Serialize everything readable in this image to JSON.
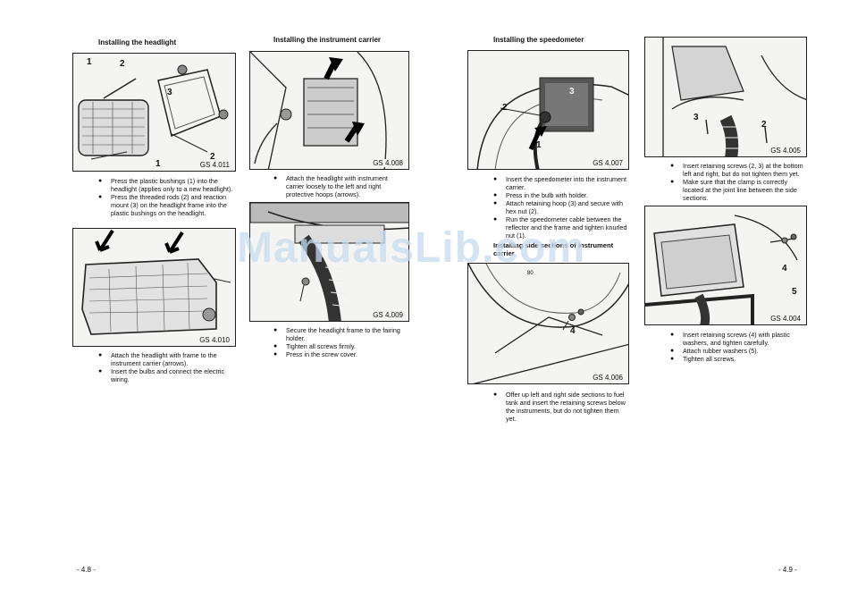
{
  "left_page": {
    "col1": {
      "heading": "Installing the headlight",
      "fig_a": {
        "code": "GS 4.011",
        "callouts": [
          "1",
          "2",
          "3",
          "2",
          "1"
        ]
      },
      "bullets_a": [
        "Press the plastic bushings (1) into the headlight (applies only to a new headlight).",
        "Press the threaded rods (2) and reaction mount (3) on the headlight frame into the plastic bushings on the headlight."
      ],
      "fig_b": {
        "code": "GS 4.010"
      },
      "bullets_b": [
        "Attach the headlight with frame to the instrument carrier (arrows).",
        "Insert the bulbs and connect the electric wiring."
      ]
    },
    "col2": {
      "heading": "Installing the instrument carrier",
      "fig_a": {
        "code": "GS 4.008"
      },
      "bullets_a": [
        "Attach the headlight with instrument carrier loosely to the left and right protective hoops (arrows)."
      ],
      "fig_b": {
        "code": "GS 4.009"
      },
      "bullets_b": [
        "Secure the headlight frame to the fairing holder.",
        "Tighten all screws firmly.",
        "Press in the screw cover."
      ]
    },
    "page_number": "- 4.8 -"
  },
  "right_page": {
    "col1": {
      "heading": "Installing the speedometer",
      "fig_a": {
        "code": "GS 4.007",
        "callouts": [
          "3",
          "2",
          "1"
        ]
      },
      "bullets_a": [
        "Insert the speedometer into the instrument carrier.",
        "Press in the bulb with holder.",
        "Attach retaining hoop (3) and secure with hex nut (2).",
        "Run the speedometer cable between the reflector and the frame and tighten knurled nut (1)."
      ],
      "subheading": "Installing side sections of instrument carrier",
      "fig_b": {
        "code": "GS 4.006",
        "callouts": [
          "4"
        ]
      },
      "bullets_b": [
        "Offer up left and right side sections to fuel tank and insert the retaining screws below the instruments, but do not tighten them yet."
      ]
    },
    "col2": {
      "fig_a": {
        "code": "GS 4.005",
        "callouts": [
          "3",
          "2"
        ]
      },
      "bullets_a": [
        "Insert retaining screws (2, 3) at the bottom left and right, but do not tighten them yet.",
        "Make sure that the clamp is correctly located at the joint line between the side sections."
      ],
      "fig_b": {
        "code": "GS 4.004",
        "callouts": [
          "4",
          "5"
        ]
      },
      "bullets_b": [
        "Insert retaining screws (4) with plastic washers, and tighten carefully.",
        "Attach rubber washers (5).",
        "Tighten all screws."
      ]
    },
    "page_number": "- 4.9 -"
  },
  "watermark": "ManualsLib.com"
}
